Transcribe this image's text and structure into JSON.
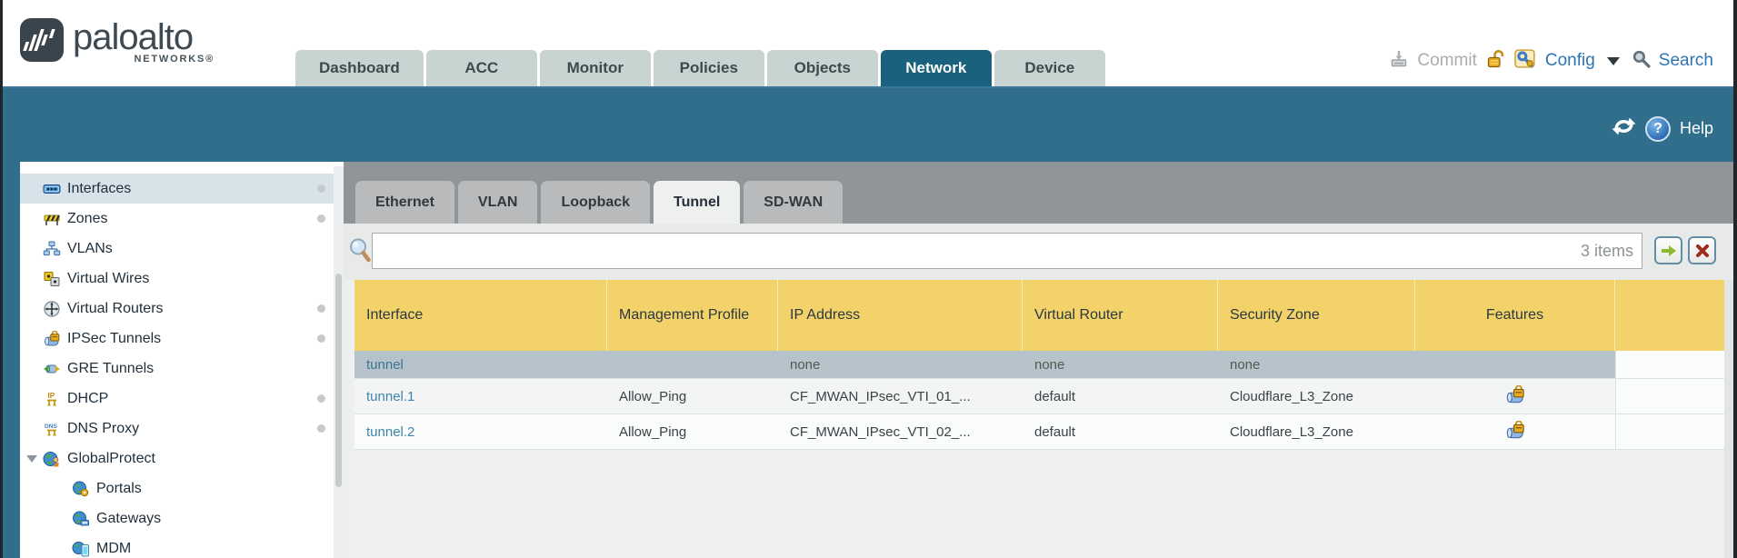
{
  "brand": {
    "name": "paloalto",
    "tagline": "NETWORKS®"
  },
  "nav": {
    "tabs": [
      "Dashboard",
      "ACC",
      "Monitor",
      "Policies",
      "Objects",
      "Network",
      "Device"
    ],
    "active_tab": "Network"
  },
  "header_actions": {
    "commit_label": "Commit",
    "config_label": "Config",
    "search_label": "Search"
  },
  "utility_bar": {
    "help_label": "Help",
    "help_icon_glyph": "?"
  },
  "sidebar": {
    "items": [
      {
        "label": "Interfaces",
        "icon": "interfaces-icon",
        "selected": true,
        "has_status_dot": true
      },
      {
        "label": "Zones",
        "icon": "zones-icon",
        "selected": false,
        "has_status_dot": true
      },
      {
        "label": "VLANs",
        "icon": "vlans-icon",
        "selected": false,
        "has_status_dot": false
      },
      {
        "label": "Virtual Wires",
        "icon": "virtual-wires-icon",
        "selected": false,
        "has_status_dot": false
      },
      {
        "label": "Virtual Routers",
        "icon": "virtual-routers-icon",
        "selected": false,
        "has_status_dot": true
      },
      {
        "label": "IPSec Tunnels",
        "icon": "ipsec-tunnels-icon",
        "selected": false,
        "has_status_dot": true
      },
      {
        "label": "GRE Tunnels",
        "icon": "gre-tunnels-icon",
        "selected": false,
        "has_status_dot": false
      },
      {
        "label": "DHCP",
        "icon": "dhcp-icon",
        "selected": false,
        "has_status_dot": true
      },
      {
        "label": "DNS Proxy",
        "icon": "dns-proxy-icon",
        "selected": false,
        "has_status_dot": true
      },
      {
        "label": "GlobalProtect",
        "icon": "globalprotect-icon",
        "selected": false,
        "expanded": true,
        "has_status_dot": false
      },
      {
        "label": "Portals",
        "icon": "portals-icon",
        "selected": false,
        "child": true
      },
      {
        "label": "Gateways",
        "icon": "gateways-icon",
        "selected": false,
        "child": true
      },
      {
        "label": "MDM",
        "icon": "mdm-icon",
        "selected": false,
        "child": true
      }
    ]
  },
  "subtabs": {
    "tabs": [
      "Ethernet",
      "VLAN",
      "Loopback",
      "Tunnel",
      "SD-WAN"
    ],
    "active_tab": "Tunnel"
  },
  "filter": {
    "count_label": "3 items"
  },
  "table": {
    "columns": [
      "Interface",
      "Management Profile",
      "IP Address",
      "Virtual Router",
      "Security Zone",
      "Features"
    ],
    "rows": [
      {
        "interface": "tunnel",
        "management_profile": "",
        "ip_address": "none",
        "virtual_router": "none",
        "security_zone": "none",
        "features_icon": "",
        "selected": true
      },
      {
        "interface": "tunnel.1",
        "management_profile": "Allow_Ping",
        "ip_address": "CF_MWAN_IPsec_VTI_01_...",
        "virtual_router": "default",
        "security_zone": "Cloudflare_L3_Zone",
        "features_icon": "ipsec-lock-icon",
        "selected": false
      },
      {
        "interface": "tunnel.2",
        "management_profile": "Allow_Ping",
        "ip_address": "CF_MWAN_IPsec_VTI_02_...",
        "virtual_router": "default",
        "security_zone": "Cloudflare_L3_Zone",
        "features_icon": "ipsec-lock-icon",
        "selected": false
      }
    ]
  },
  "colors": {
    "accent_teal": "#316e8c",
    "active_tab": "#1a617d",
    "table_header_yellow": "#f2d269",
    "selected_row": "#b6c3ca",
    "link_blue": "#4086ab",
    "lock_gold": "#e9aa1f"
  }
}
